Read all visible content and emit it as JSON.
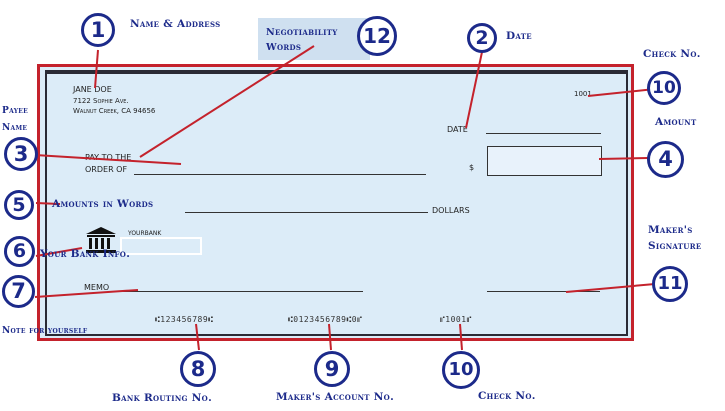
{
  "check": {
    "payer_name": "JANE DOE",
    "payer_street": "7122 Sophie Ave.",
    "payer_city": "Walnut Creek, CA 94656",
    "check_number": "1001",
    "date_label": "DATE",
    "pay_to_label": "PAY TO THE",
    "order_of_label": "ORDER OF",
    "dollar_sign": "$",
    "dollars_label": "DOLLARS",
    "bank_name": "YOURBANK",
    "memo_label": "MEMO",
    "routing_micr": "⑆123456789⑆",
    "account_micr": "⑆0123456789⑆0⑈",
    "check_micr": "⑈1001⑈"
  },
  "callouts": [
    {
      "num": "1",
      "label": "Name & Address"
    },
    {
      "num": "2",
      "label": "Date"
    },
    {
      "num": "3",
      "label": "Payee Name"
    },
    {
      "num": "4",
      "label": "Amount"
    },
    {
      "num": "5",
      "label": "Amounts in Words"
    },
    {
      "num": "6",
      "label": "Your Bank Info."
    },
    {
      "num": "7",
      "label": "Note for yourself"
    },
    {
      "num": "8",
      "label": "Bank Routing No."
    },
    {
      "num": "9",
      "label": "Maker's Account No."
    },
    {
      "num": "10",
      "label": "Check No."
    },
    {
      "num": "10",
      "label": "Check No."
    },
    {
      "num": "11",
      "label": "Maker's Signature"
    },
    {
      "num": "12",
      "label": "Negotiability Words"
    }
  ],
  "colors": {
    "callout": "#1c2a8a",
    "leader": "#c4222c",
    "check_bg": "#dcecf8",
    "border": "#c4222c"
  }
}
